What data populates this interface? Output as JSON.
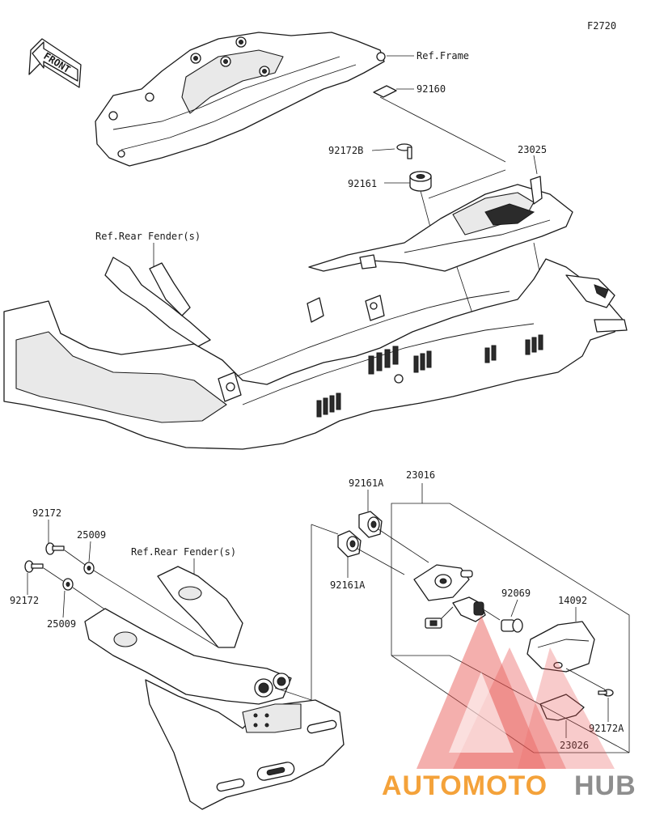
{
  "figure_id": "F2720",
  "front_label": "FRONT",
  "labels": {
    "ref_frame": "Ref.Frame",
    "p92160": "92160",
    "p92172B": "92172B",
    "p23025": "23025",
    "p92161": "92161",
    "ref_rear_fender_top": "Ref.Rear Fender(s)",
    "p92172_a": "92172",
    "p25009_a": "25009",
    "ref_rear_fender_bottom": "Ref.Rear Fender(s)",
    "p92172_b": "92172",
    "p25009_b": "25009",
    "p92161A_top": "92161A",
    "p23016": "23016",
    "p92161A_bottom": "92161A",
    "p92069": "92069",
    "p14092": "14092",
    "p92172A": "92172A",
    "p23026": "23026"
  },
  "watermark": {
    "part1": "AUTOMOTO",
    "part2": "HUB"
  },
  "colors": {
    "line": "#1a1a1a",
    "watermark_red": "#e8534f",
    "watermark_orange": "#f4a23a",
    "watermark_grey": "#8e8e8e"
  }
}
